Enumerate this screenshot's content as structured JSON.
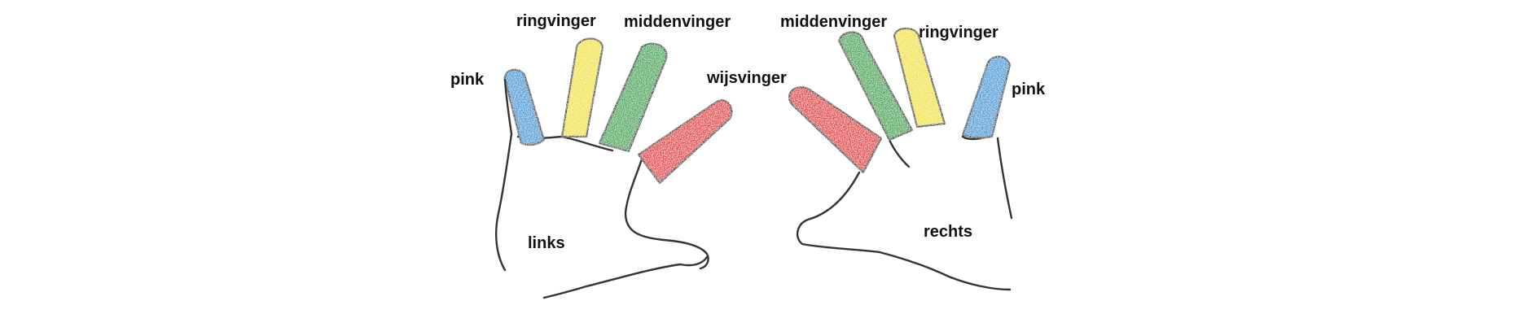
{
  "hands": {
    "left": {
      "label": "links",
      "fingers": [
        {
          "id": "pink",
          "label": "pink",
          "color": "#2e9ad8"
        },
        {
          "id": "ring",
          "label": "ringvinger",
          "color": "#f2e31c"
        },
        {
          "id": "middle",
          "label": "middenvinger",
          "color": "#2fa64a"
        },
        {
          "id": "index",
          "label": "wijsvinger",
          "color": "#e3262a"
        }
      ]
    },
    "right": {
      "label": "rechts",
      "fingers": [
        {
          "id": "index",
          "color": "#e3262a"
        },
        {
          "id": "middle",
          "label": "middenvinger",
          "color": "#2fa64a"
        },
        {
          "id": "ring",
          "label": "ringvinger",
          "color": "#f2e31c"
        },
        {
          "id": "pink",
          "label": "pink",
          "color": "#2e9ad8"
        }
      ]
    }
  }
}
